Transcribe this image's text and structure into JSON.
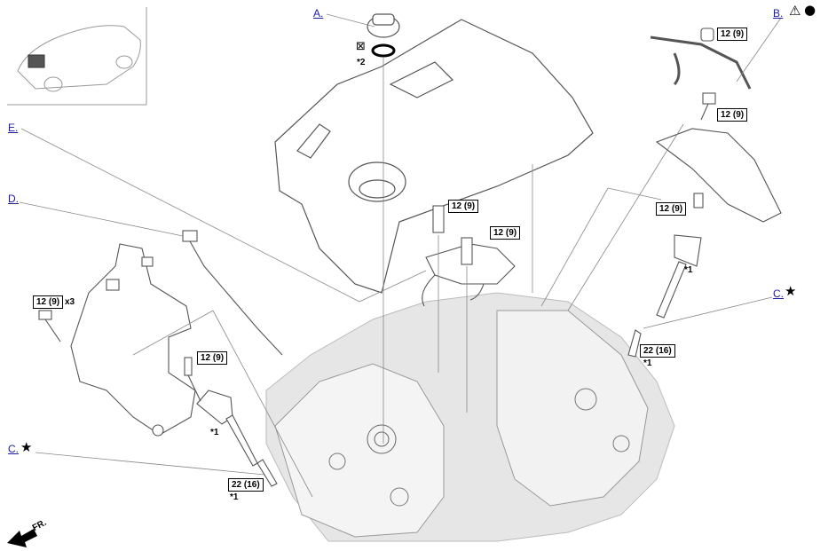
{
  "callouts": {
    "a": "A.",
    "b": "B.",
    "c_right": "C.",
    "c_left": "C.",
    "d": "D.",
    "e": "E."
  },
  "torque": {
    "t1": "12 (9)",
    "t2": "12 (9)",
    "t3": "12 (9)",
    "t4": "12 (9)",
    "t5": "12 (9)",
    "t6": "22 (16)",
    "t7": "12 (9)",
    "t8": "12 (9)",
    "t9": "22 (16)"
  },
  "notes": {
    "x3": "x3",
    "star2": "*2",
    "star1_a": "*1",
    "star1_b": "*1",
    "star1_c": "*1",
    "star1_d": "*1",
    "direction": "FR."
  },
  "colors": {
    "line": "#555555",
    "engine_fill": "#e6e6e6",
    "link": "#1a1aa6"
  }
}
